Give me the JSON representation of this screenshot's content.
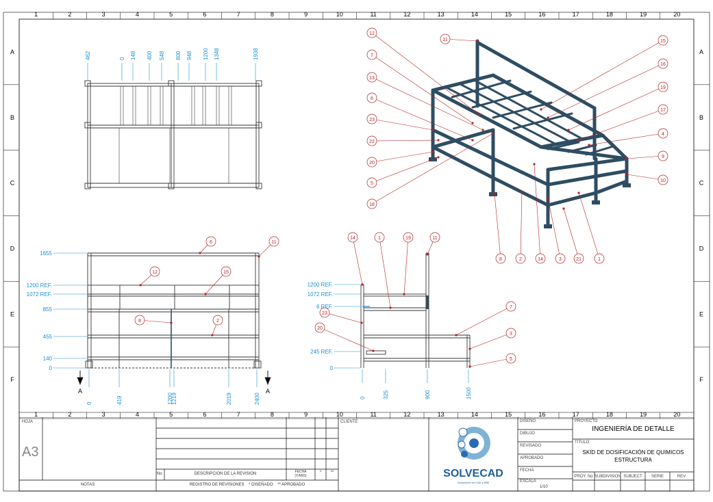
{
  "grid": {
    "columns": [
      "1",
      "2",
      "3",
      "4",
      "5",
      "6",
      "7",
      "8",
      "9",
      "10",
      "11",
      "12",
      "13",
      "14",
      "15",
      "16",
      "17",
      "18",
      "19",
      "20"
    ],
    "rows": [
      "A",
      "B",
      "C",
      "D",
      "E",
      "F"
    ]
  },
  "top_view": {
    "dims": [
      "462",
      "0",
      "148",
      "400",
      "548",
      "800",
      "948",
      "1200",
      "1348",
      "1938"
    ]
  },
  "front_view": {
    "left_dims": [
      "1655",
      "1200 REF.",
      "1072 REF.",
      "855",
      "455",
      "140",
      "0"
    ],
    "bottom_dims": [
      "0",
      "419",
      "1200",
      "1219",
      "2019",
      "2400"
    ],
    "section_marks": [
      "A",
      "A"
    ],
    "balloons": [
      "6",
      "11",
      "12",
      "15",
      "8",
      "2"
    ]
  },
  "side_view": {
    "left_dims": [
      "1200 REF.",
      "1072 REF.",
      "6 REF.",
      "245 REF.",
      "0"
    ],
    "bottom_dims": [
      "0",
      "325",
      "900",
      "1500"
    ],
    "balloons": [
      "14",
      "1",
      "19",
      "11",
      "23",
      "20",
      "7",
      "3",
      "5"
    ]
  },
  "iso_view": {
    "balloons_left": [
      "12",
      "7",
      "13",
      "6",
      "23",
      "22",
      "20",
      "5",
      "18"
    ],
    "balloons_top": [
      "11"
    ],
    "balloons_right": [
      "15",
      "16",
      "19",
      "17",
      "4",
      "9",
      "10"
    ],
    "balloons_bottom": [
      "8",
      "2",
      "14",
      "3",
      "21",
      "1"
    ]
  },
  "title_block": {
    "format_label": "HOJA",
    "format": "A3",
    "notes_label": "NOTAS",
    "rev_cols": {
      "no": "No",
      "desc": "DESCRIPCION DE LA REVISION",
      "date": "FECHA\n(Y/M/D)",
      "a": "*",
      "b": "**"
    },
    "rev_footer": "REGISTRO DE REVISIONES    * DISEÑADO    ** APROBADO",
    "client_label": "CLIENTE",
    "logo_text": "SOLVECAD",
    "logo_tagline": "Soluciones en CAD y BIM",
    "roles": [
      "DISEÑO",
      "DIBUJO",
      "REVISADO",
      "APROBADO",
      "FECHA",
      "ESCALA"
    ],
    "scale": "1/10",
    "project_label": "PROYECTO",
    "project": "INGENIERÍA DE DETALLE",
    "title_label": "TITULO",
    "title_line1": "SKID DE DOSIFICACIÓN DE QUIMICOS",
    "title_line2": "ESTRUCTURA",
    "bottom_cols": [
      "PROY. No",
      "SUBDIVISION",
      "SUBJECT",
      "SERIE",
      "REV."
    ]
  },
  "colors": {
    "dim": "#1a8fd6",
    "balloon": "#b22222",
    "steel": "#2e4d63",
    "line": "#333333"
  }
}
